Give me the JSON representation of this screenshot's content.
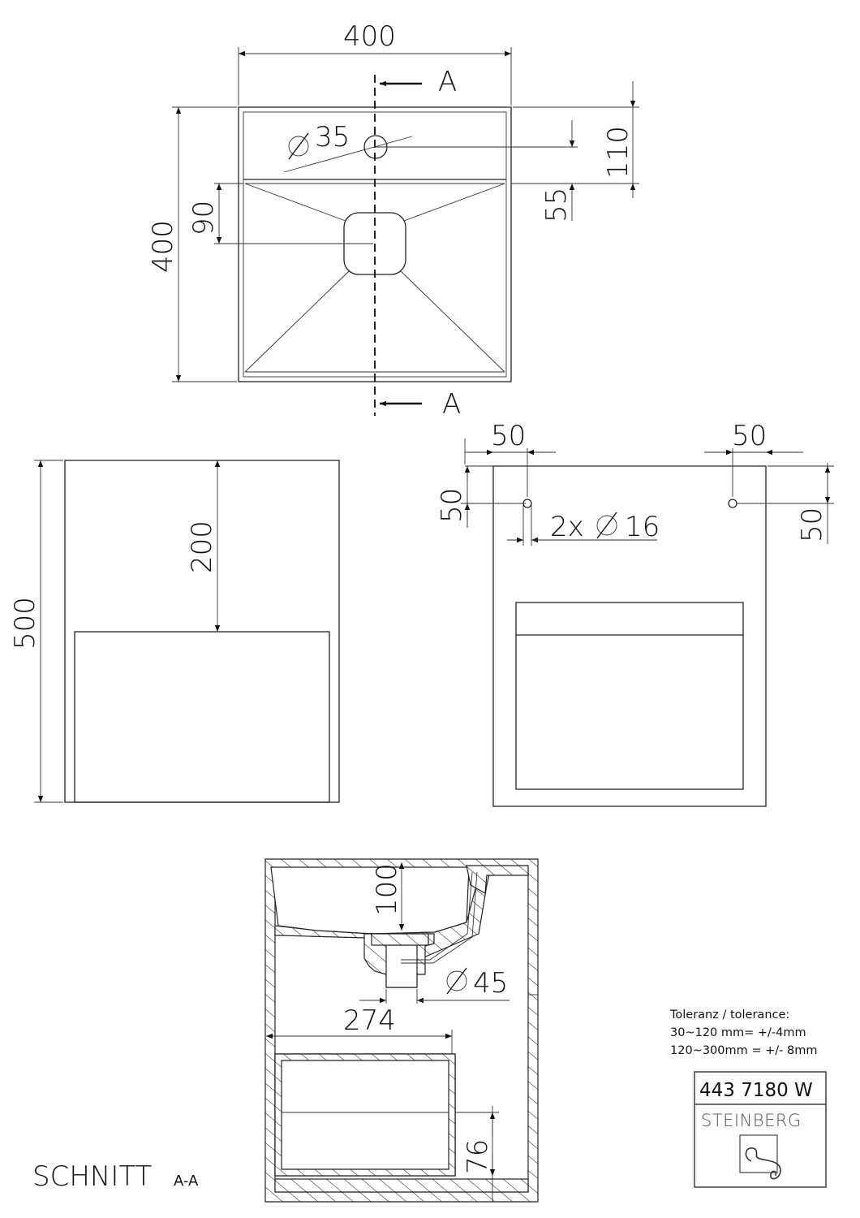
{
  "top_view": {
    "width_dim": "400",
    "depth_dim": "400",
    "hole_dia": "35",
    "rim_dim": "110",
    "hole_offset_dim": "55",
    "drain_dim": "90",
    "section_label_top": "A",
    "section_label_bottom": "A"
  },
  "side_view": {
    "height_dim": "500",
    "top_dim": "200"
  },
  "back_view": {
    "left_offset_dim": "50",
    "right_offset_dim": "50",
    "left_vertical_dim": "50",
    "right_vertical_dim": "50",
    "hole_label": "2x",
    "hole_dia": "16"
  },
  "section_view": {
    "title": "SCHNITT",
    "subtitle": "A-A",
    "bowl_depth_dim": "100",
    "drain_dia": "45",
    "drawer_width_dim": "274",
    "drawer_bottom_dim": "76"
  },
  "tolerance": {
    "title": "Toleranz / tolerance:",
    "line1": "30~120 mm= +/-4mm",
    "line2": "120~300mm = +/- 8mm"
  },
  "title_block": {
    "article_number": "443 7180 W",
    "brand": "STEINBERG",
    "logo_icon": "steinberg-logo-icon"
  },
  "colors": {
    "line": "#222222",
    "background": "#ffffff"
  }
}
